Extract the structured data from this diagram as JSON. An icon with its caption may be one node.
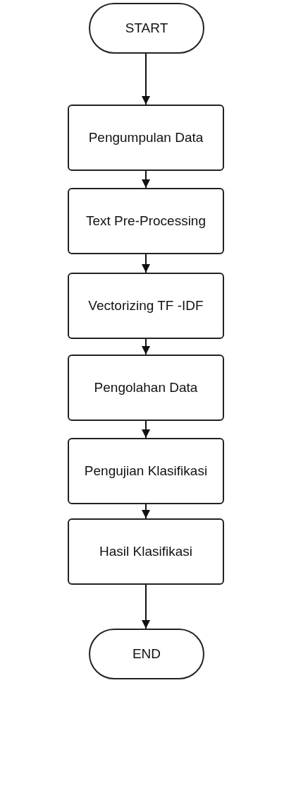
{
  "diagram": {
    "nodes": [
      {
        "text": [
          "START"
        ]
      },
      {
        "text": [
          "Pengumpulan Data"
        ]
      },
      {
        "text": [
          "Text Pre-Processing"
        ]
      },
      {
        "text": [
          "Vectorizing TF -IDF"
        ]
      },
      {
        "text": [
          "Pengolahan Data"
        ]
      },
      {
        "text": [
          "Pengujian Klasifikasi"
        ]
      },
      {
        "text": [
          "Hasil Klasifikasi"
        ]
      },
      {
        "text": [
          "END"
        ]
      }
    ],
    "edges": [
      {
        "from": 0,
        "to": 1,
        "arrow": "to"
      },
      {
        "from": 1,
        "to": 2,
        "arrow": "to"
      },
      {
        "from": 2,
        "to": 3,
        "arrow": "to"
      },
      {
        "from": 3,
        "to": 4,
        "arrow": "to"
      },
      {
        "from": 4,
        "to": 5,
        "arrow": "to"
      },
      {
        "from": 5,
        "to": 6,
        "arrow": "to"
      },
      {
        "from": 6,
        "to": 7,
        "arrow": "to"
      }
    ]
  }
}
